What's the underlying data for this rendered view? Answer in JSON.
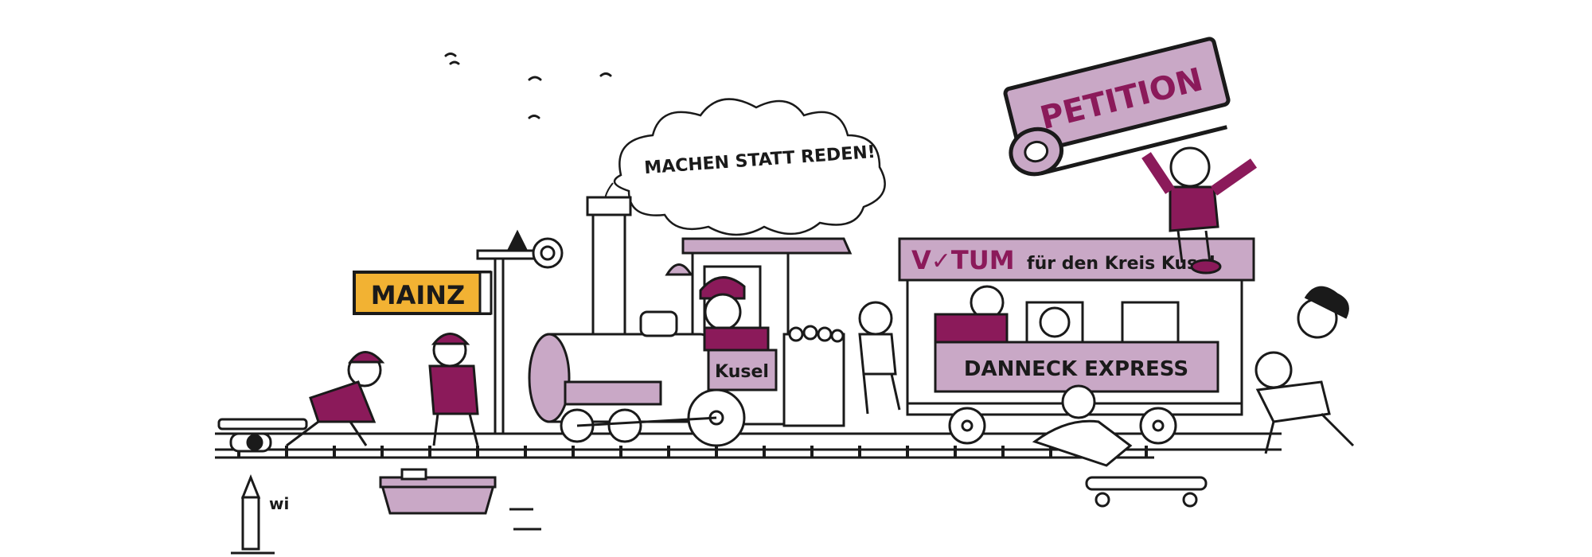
{
  "illustration": {
    "station_sign": "MAINZ",
    "smoke_text": "MACHEN STATT REDEN!",
    "scroll_text": "PETITION",
    "locomotive_plate": "Kusel",
    "carriage_brand_prefix": "V",
    "carriage_brand_suffix": "TUM",
    "carriage_subtitle": "für den Kreis Kusel",
    "carriage_banner": "DANNECK EXPRESS",
    "artist_signature": "wi"
  },
  "colors": {
    "accent_purple": "#8b1a5a",
    "light_purple": "#c9a8c6",
    "sign_yellow": "#f2b233",
    "ink": "#1a1a1a"
  }
}
